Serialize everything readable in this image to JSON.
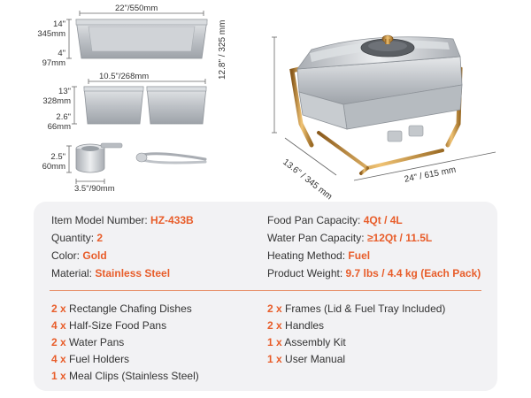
{
  "dimensions": {
    "food_pan_width": "22\"/550mm",
    "food_pan_depth_in": "14\"",
    "food_pan_depth_mm": "345mm",
    "food_pan_height_in": "4\"",
    "food_pan_height_mm": "97mm",
    "half_pan_width": "10.5\"/268mm",
    "half_pan_depth_in": "13\"",
    "half_pan_depth_mm": "328mm",
    "half_pan_height_in": "2.6\"",
    "half_pan_height_mm": "66mm",
    "fuel_height_in": "2.5\"",
    "fuel_height_mm": "60mm",
    "fuel_width": "3.5\"/90mm",
    "chafer_height": "12.8\" / 325 mm",
    "chafer_depth": "13.6\" / 345 mm",
    "chafer_width": "24\" / 615 mm"
  },
  "specs": {
    "model_label": "Item Model Number:",
    "model_value": "HZ-433B",
    "quantity_label": "Quantity:",
    "quantity_value": "2",
    "color_label": "Color:",
    "color_value": "Gold",
    "material_label": "Material:",
    "material_value": "Stainless Steel",
    "food_pan_label": "Food Pan Capacity:",
    "food_pan_value": "4Qt / 4L",
    "water_pan_label": "Water Pan Capacity:",
    "water_pan_value": "≥12Qt / 11.5L",
    "heating_label": "Heating Method:",
    "heating_value": "Fuel",
    "weight_label": "Product Weight:",
    "weight_value": "9.7 lbs / 4.4 kg (Each Pack)"
  },
  "contents_left": [
    {
      "qty": "2 x",
      "item": "Rectangle Chafing Dishes"
    },
    {
      "qty": "4 x",
      "item": "Half-Size Food Pans"
    },
    {
      "qty": "2 x",
      "item": "Water Pans"
    },
    {
      "qty": "4 x",
      "item": "Fuel Holders"
    },
    {
      "qty": "1 x",
      "item": "Meal Clips (Stainless Steel)"
    }
  ],
  "contents_right": [
    {
      "qty": "2 x",
      "item": "Frames (Lid & Fuel Tray Included)"
    },
    {
      "qty": "2 x",
      "item": "Handles"
    },
    {
      "qty": "1 x",
      "item": "Assembly Kit"
    },
    {
      "qty": "1 x",
      "item": "User Manual"
    }
  ],
  "colors": {
    "accent": "#e85d2a",
    "gold": "#c8963e",
    "steel": "#c9ccd0",
    "card": "#f2f2f4"
  }
}
